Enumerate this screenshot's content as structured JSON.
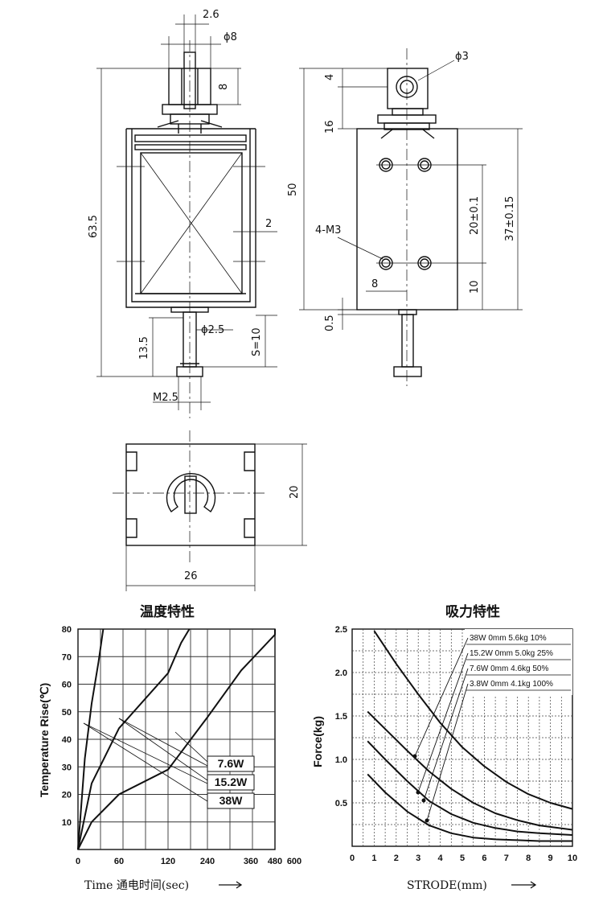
{
  "drawing": {
    "front": {
      "d_2_6": "2.6",
      "d_phi8": "ϕ8",
      "d_8": "8",
      "d_63_5": "63.5",
      "d_2": "2",
      "d_13_5": "13.5",
      "d_phi2_5": "ϕ2.5",
      "d_s10": "S=10",
      "d_m2_5": "M2.5"
    },
    "side": {
      "d_phi3": "ϕ3",
      "d_4": "4",
      "d_16": "16",
      "d_50": "50",
      "d_20": "20±0.1",
      "d_37": "37±0.15",
      "d_4m3": "4-M3",
      "d_8": "8",
      "d_10": "10",
      "d_0_5": "0.5"
    },
    "bottom": {
      "d_20": "20",
      "d_26": "26"
    }
  },
  "chart_data": [
    {
      "type": "line",
      "title": "温度特性",
      "xlabel": "Time 通电时间(sec)",
      "ylabel": "Temperature Rise(℃)",
      "x_tick_labels": [
        "0",
        "60",
        "120",
        "240",
        "360",
        "480",
        "600"
      ],
      "y_ticks": [
        10,
        20,
        30,
        40,
        50,
        60,
        70,
        80
      ],
      "ylim": [
        0,
        80
      ],
      "grid": true,
      "series": [
        {
          "name": "38W",
          "points": [
            [
              0,
              0
            ],
            [
              10,
              33
            ],
            [
              20,
              53
            ],
            [
              30,
              68
            ],
            [
              37,
              80
            ]
          ]
        },
        {
          "name": "15.2W",
          "points": [
            [
              0,
              0
            ],
            [
              20,
              24
            ],
            [
              60,
              44
            ],
            [
              120,
              64
            ],
            [
              160,
              75
            ],
            [
              185,
              80
            ]
          ]
        },
        {
          "name": "7.6W",
          "points": [
            [
              0,
              0
            ],
            [
              20,
              10
            ],
            [
              60,
              20
            ],
            [
              120,
              29
            ],
            [
              240,
              48
            ],
            [
              360,
              65
            ],
            [
              480,
              78
            ],
            [
              495,
              80
            ]
          ]
        }
      ],
      "legend": [
        "7.6W",
        "15.2W",
        "38W"
      ]
    },
    {
      "type": "line",
      "title": "吸力特性",
      "xlabel": "STRODE(mm)",
      "ylabel": "Force(kg)",
      "xlim": [
        0,
        10
      ],
      "ylim": [
        0,
        2.5
      ],
      "x_ticks": [
        0,
        1,
        2,
        3,
        4,
        5,
        6,
        7,
        8,
        9,
        10
      ],
      "y_tick_labels": [
        "0.5",
        "1.0",
        "1.5",
        "2.0",
        "2.5"
      ],
      "grid": true,
      "series": [
        {
          "name": "38W 0mm 5.6kg 10%",
          "points": [
            [
              1.0,
              2.48
            ],
            [
              2.0,
              2.1
            ],
            [
              3.0,
              1.75
            ],
            [
              4.0,
              1.42
            ],
            [
              5.0,
              1.14
            ],
            [
              6.0,
              0.92
            ],
            [
              7.0,
              0.74
            ],
            [
              8.0,
              0.6
            ],
            [
              9.0,
              0.5
            ],
            [
              10,
              0.43
            ]
          ]
        },
        {
          "name": "15.2W 0mm 5.0kg 25%",
          "points": [
            [
              0.7,
              1.55
            ],
            [
              1.5,
              1.35
            ],
            [
              2.5,
              1.1
            ],
            [
              3.5,
              0.86
            ],
            [
              4.5,
              0.66
            ],
            [
              5.5,
              0.5
            ],
            [
              6.5,
              0.38
            ],
            [
              7.5,
              0.3
            ],
            [
              8.5,
              0.24
            ],
            [
              10,
              0.19
            ]
          ]
        },
        {
          "name": "7.6W 0mm 4.6kg 50%",
          "points": [
            [
              0.7,
              1.21
            ],
            [
              1.5,
              1.0
            ],
            [
              2.5,
              0.75
            ],
            [
              3.5,
              0.52
            ],
            [
              4.5,
              0.37
            ],
            [
              5.5,
              0.27
            ],
            [
              6.5,
              0.21
            ],
            [
              7.5,
              0.17
            ],
            [
              8.5,
              0.15
            ],
            [
              10,
              0.13
            ]
          ]
        },
        {
          "name": "3.8W 0mm 4.1kg 100%",
          "points": [
            [
              0.7,
              0.83
            ],
            [
              1.5,
              0.62
            ],
            [
              2.5,
              0.4
            ],
            [
              3.5,
              0.24
            ],
            [
              4.5,
              0.15
            ],
            [
              5.5,
              0.1
            ],
            [
              6.5,
              0.08
            ],
            [
              7.5,
              0.07
            ],
            [
              8.5,
              0.06
            ],
            [
              10,
              0.06
            ]
          ]
        }
      ],
      "legend": [
        "38W 0mm 5.6kg 10%",
        "15.2W 0mm 5.0kg 25%",
        "7.6W 0mm 4.6kg 50%",
        "3.8W 0mm 4.1kg 100%"
      ]
    }
  ]
}
